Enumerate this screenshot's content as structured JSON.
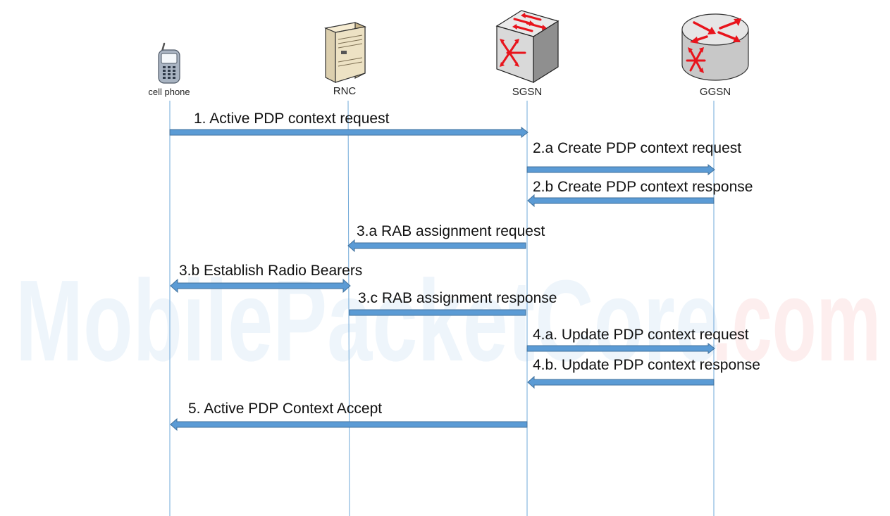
{
  "participants": [
    {
      "id": "phone",
      "label": "cell phone",
      "icon": "cell-phone-icon"
    },
    {
      "id": "rnc",
      "label": "RNC",
      "icon": "server-icon"
    },
    {
      "id": "sgsn",
      "label": "SGSN",
      "icon": "switch-icon"
    },
    {
      "id": "ggsn",
      "label": "GGSN",
      "icon": "router-icon"
    }
  ],
  "messages": [
    {
      "id": "msg-1",
      "label": "1. Active PDP context request",
      "from": "phone",
      "to": "sgsn",
      "direction": "right"
    },
    {
      "id": "msg-2a",
      "label": "2.a Create PDP context request",
      "from": "sgsn",
      "to": "ggsn",
      "direction": "right"
    },
    {
      "id": "msg-2b",
      "label": "2.b Create PDP context response",
      "from": "ggsn",
      "to": "sgsn",
      "direction": "left"
    },
    {
      "id": "msg-3a",
      "label": "3.a RAB assignment request",
      "from": "sgsn",
      "to": "rnc",
      "direction": "left"
    },
    {
      "id": "msg-3b",
      "label": "3.b Establish Radio Bearers",
      "from": "phone",
      "to": "rnc",
      "direction": "both"
    },
    {
      "id": "msg-3c",
      "label": "3.c RAB assignment response",
      "from": "rnc",
      "to": "sgsn",
      "direction": "none"
    },
    {
      "id": "msg-4a",
      "label": "4.a. Update PDP context request",
      "from": "sgsn",
      "to": "ggsn",
      "direction": "right"
    },
    {
      "id": "msg-4b",
      "label": "4.b. Update PDP context response",
      "from": "ggsn",
      "to": "sgsn",
      "direction": "left"
    },
    {
      "id": "msg-5",
      "label": "5. Active PDP Context Accept",
      "from": "sgsn",
      "to": "phone",
      "direction": "left"
    }
  ],
  "watermark": {
    "main": "MobilePacketCore",
    "suffix": ".com",
    "main_color": "#eef5fb",
    "suffix_color": "#fdeeee"
  },
  "colors": {
    "lifeline": "#6fa8d8",
    "arrow_fill": "#5b9bd5",
    "arrow_stroke": "#41719c",
    "icon_red": "#e8141c"
  }
}
